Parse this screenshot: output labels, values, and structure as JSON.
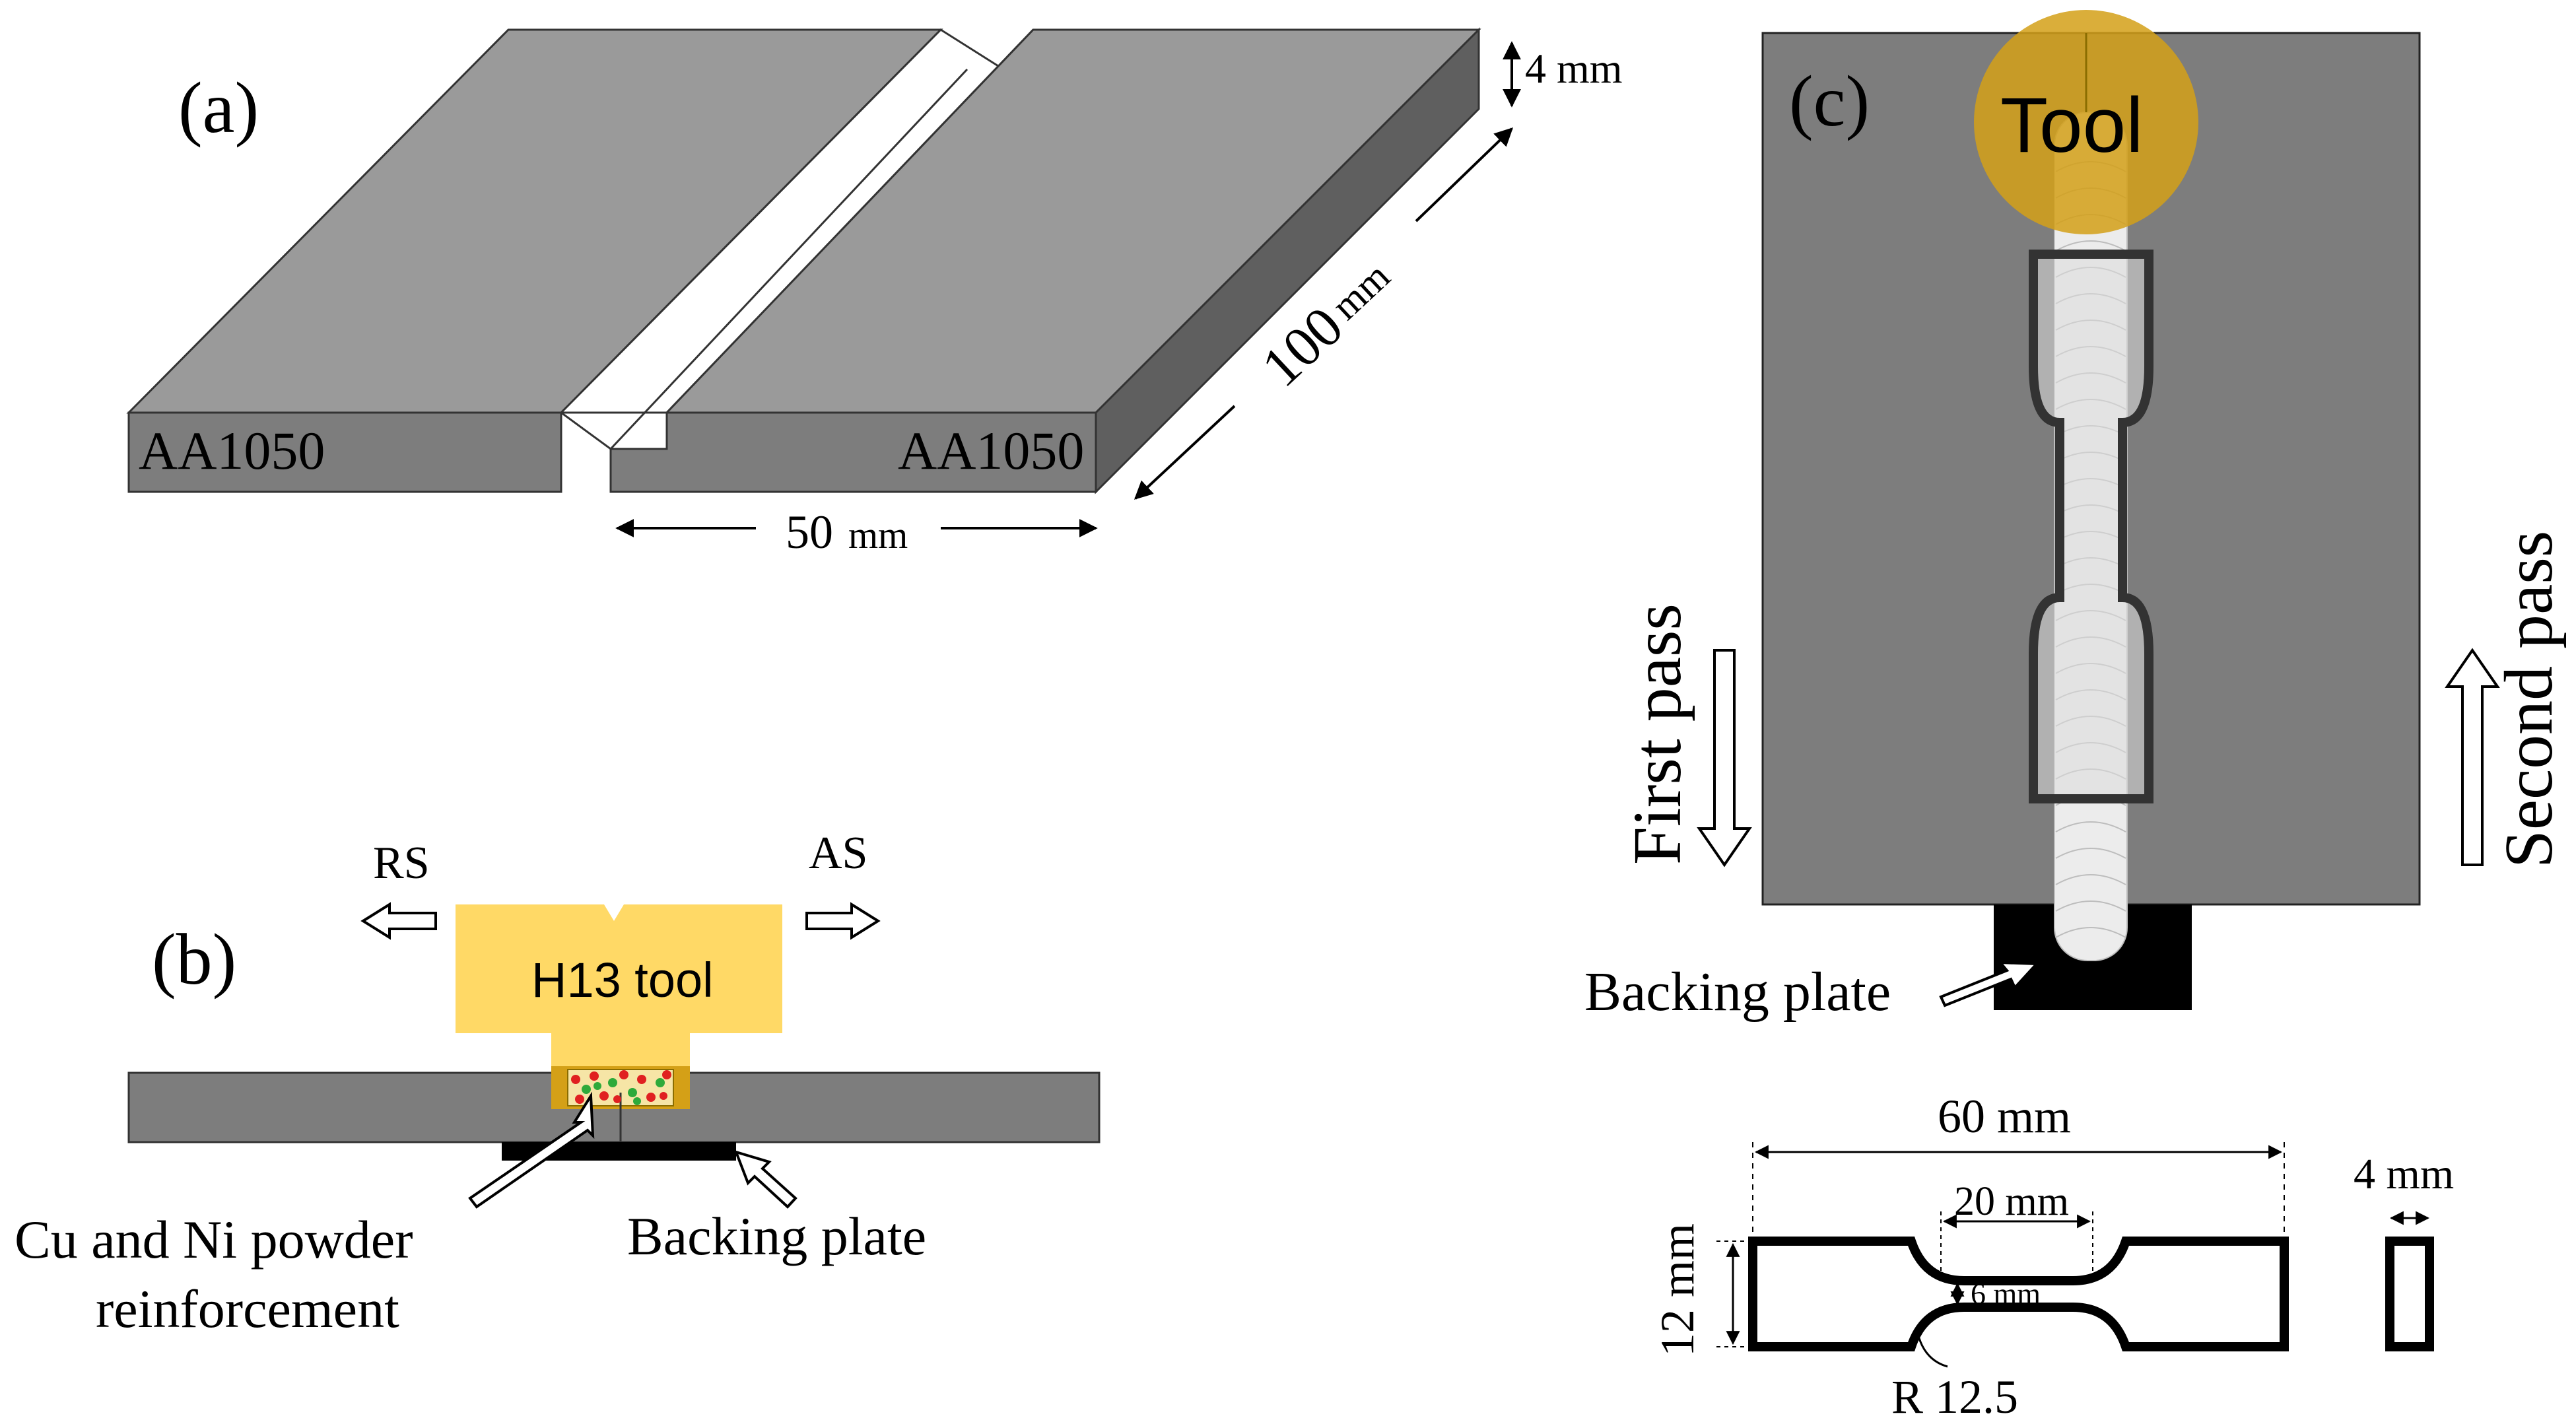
{
  "panel_a": {
    "label": "(a)",
    "left_plate_label": "AA1050",
    "right_plate_label": "AA1050",
    "thickness_label": "4 mm",
    "length_value": "100",
    "length_unit": "mm",
    "width_value": "50",
    "width_unit": "mm"
  },
  "panel_b": {
    "label": "(b)",
    "tool_label": "H13 tool",
    "rs_label": "RS",
    "as_label": "AS",
    "powder_label_line1": "Cu and Ni powder",
    "powder_label_line2": "reinforcement",
    "backing_label": "Backing plate"
  },
  "panel_c": {
    "label": "(c)",
    "tool_label": "Tool",
    "first_pass_label": "First pass",
    "second_pass_label": "Second pass",
    "backing_label": "Backing plate"
  },
  "specimen": {
    "overall_length": "60 mm",
    "gauge_length": "20 mm",
    "gauge_width": "6 mm",
    "overall_width": "12 mm",
    "radius": "R 12.5",
    "thickness": "4 mm"
  },
  "colors": {
    "plate_top": "#9a9a9a",
    "plate_front": "#7d7d7d",
    "plate_side": "#5f5f5f",
    "tool_yellow": "#ffd966",
    "tool_circle": "#d4a017",
    "backing": "#000000",
    "powder_red": "#e02020",
    "powder_green": "#2eaa3a"
  }
}
